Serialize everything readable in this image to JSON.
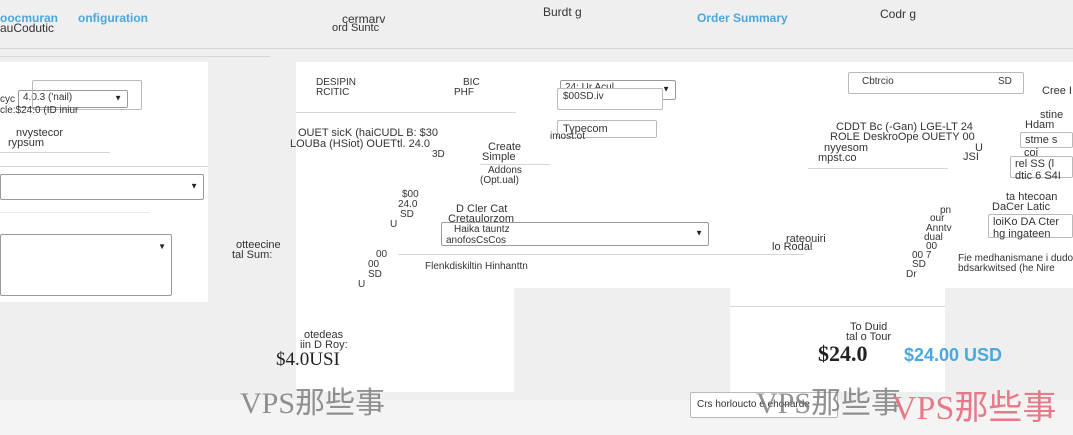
{
  "colors": {
    "background": "#efefef",
    "panel": "#ffffff",
    "link_blue": "#4aa8df",
    "watermark": "#e77a88"
  },
  "header": {
    "left_link": "oocmuran",
    "left_sub": "auCodutic",
    "col2_title": "cermarv",
    "col2_sub": "ord Suntc",
    "col3_title": "Burdt g",
    "col4_title": "Order Summary",
    "col5_title": "Codr g"
  },
  "left": {
    "select1": "4.0.3 ('nail)",
    "label1a": "cyc",
    "label1b": "cle:$24:0 (ID iniur",
    "item1": "nvystecor",
    "item2": "rypsum",
    "select2": "",
    "select3": ""
  },
  "col2": {
    "row_design": "DESIPIN",
    "row_sub": "RCITIC",
    "row_right1": "BIC",
    "row_right2": "PHF",
    "line1": "OUET sicK (haiCUDL B: $30",
    "line2": "LOUBa (HSiot) OUETtl. 24.0",
    "line3": "3D",
    "price1": "$00",
    "price2": "24.0",
    "unit1": "SD",
    "unit2": "U",
    "label_a": "otteecine",
    "label_b": "tal Sum:",
    "price3": "00",
    "price4": "00",
    "unit3": "SD",
    "unit4": "U",
    "due_label1": "otedeas",
    "due_label2": "iin D Roy:",
    "total": "$4.0USI"
  },
  "col3": {
    "sel_top": "24: Ur Acul",
    "sel_bot": "$00SD.iv",
    "box_text1": "Typecom",
    "box_text2": "imost.ot",
    "create": "Create",
    "simple": "Simple",
    "addons1": "Addons",
    "addons2": "(Opt.ual)",
    "billing1": "D Cler Cat",
    "billing2": "Cretaulorzom",
    "select_a": "Haika tauntz",
    "select_b": "anofosCsCos",
    "note": "Flenkdiskiltin Hinhanttn"
  },
  "col4": {
    "header1": "Cbtrcio",
    "header2": "SD",
    "line1": "CDDT Bc (-Gan) LGE-LT 24",
    "line2": "ROLE DeskroOpe OUETY 00",
    "line3": "nyyesom",
    "line4": "mpst.co",
    "unit1": "U",
    "unit2": "JSI",
    "mid_label1": "rateouiri",
    "mid_label2": "lo Rodal",
    "stack1": "pn",
    "stack2": "our",
    "stack3": "Anntv",
    "stack4": "dual",
    "stack5": "00",
    "stack6": "00 7",
    "stack7": "SD",
    "stack8": "Dr",
    "due1": "To Duid",
    "due2": "tal o Tour",
    "total_big": "$24.0",
    "total_blue": "$24.00 USD",
    "checkout": "Crs horloucto e ehonarde"
  },
  "col5": {
    "head1": "Cree I",
    "head2": "stine",
    "item1": "Hdam",
    "item2": "stme s",
    "item3": "coi",
    "item4": "rel SS (l",
    "item5": "dtic 6 S4I",
    "item6": "ta htecoan",
    "item7": "DaCer Latic",
    "item8": "loiKo DA Cter",
    "item9": "hg ingateen",
    "item10": "Fie medhanismane i dudon",
    "item11": "bdsarkwitsed (he Nire"
  },
  "watermarks": {
    "wm1": "VPS那些事",
    "wm2": "VPS那些事",
    "wm3": "VPS那些事"
  }
}
